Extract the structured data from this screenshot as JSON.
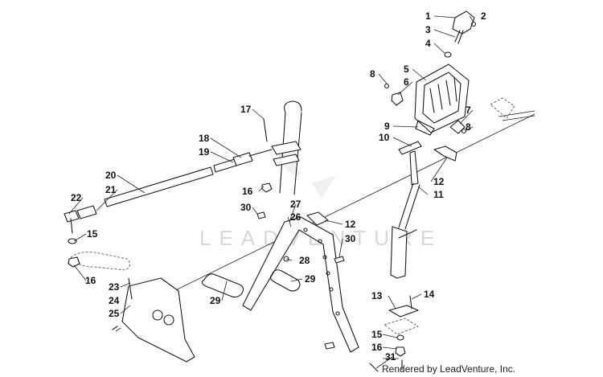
{
  "watermark": {
    "brand": "LEADVENTURE"
  },
  "credit": "Rendered by LeadVenture, Inc.",
  "callouts": [
    "1",
    "2",
    "3",
    "4",
    "5",
    "6",
    "7",
    "8",
    "8",
    "9",
    "10",
    "11",
    "12",
    "12",
    "13",
    "14",
    "15",
    "15",
    "16",
    "16",
    "16",
    "17",
    "18",
    "19",
    "20",
    "21",
    "22",
    "23",
    "24",
    "25",
    "26",
    "27",
    "28",
    "29",
    "29",
    "30",
    "30",
    "31"
  ]
}
